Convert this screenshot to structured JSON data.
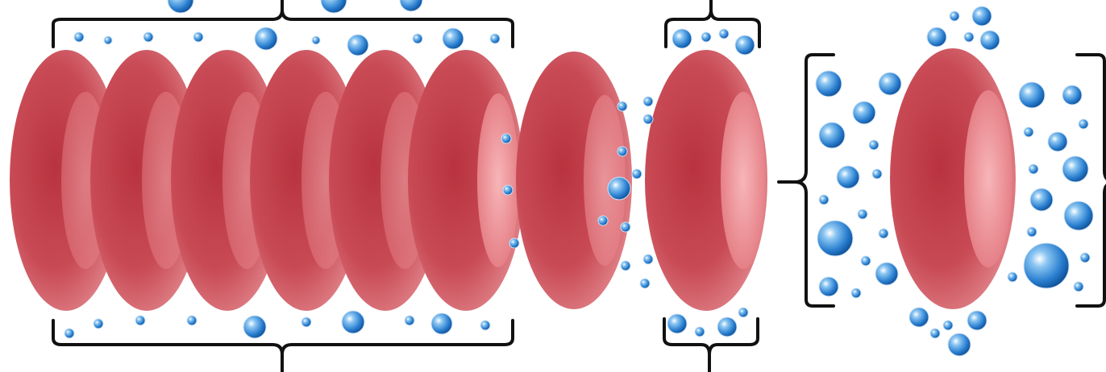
{
  "figure": {
    "background": "#ffffff",
    "cell_color": "#c0404a",
    "cell_highlight": "#f6a6aa",
    "bubble_color": "#2f86d6",
    "bracket_color": "#111111"
  },
  "groups": [
    {
      "id": "rouleaux-stack",
      "cell_count": 6
    },
    {
      "id": "transitional-cell",
      "cell_count": 1
    },
    {
      "id": "single-cell",
      "cell_count": 1
    },
    {
      "id": "enlarged-cell",
      "cell_count": 1
    }
  ],
  "icons": [
    "red-blood-cell-icon",
    "water-bubble-icon",
    "curly-bracket-icon"
  ]
}
